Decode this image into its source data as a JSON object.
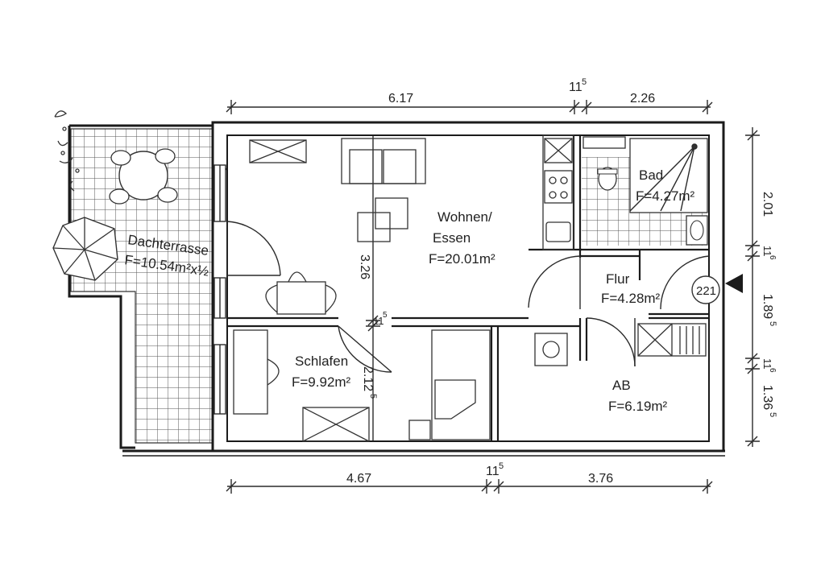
{
  "dimensions": {
    "top": [
      "6.17",
      "11",
      "5",
      "2.26"
    ],
    "bottom": [
      "4.67",
      "11",
      "5",
      "3.76"
    ],
    "right": [
      "2.01",
      "11",
      "6",
      "1.89",
      "5",
      "11",
      "6",
      "1.36",
      "5"
    ],
    "interior": [
      "3.26",
      "11",
      "5",
      "2.12",
      "5"
    ]
  },
  "rooms": {
    "terrace": {
      "name": "Dachterrasse",
      "area": "F=10.54m²x½"
    },
    "living": {
      "name_line1": "Wohnen/",
      "name_line2": "Essen",
      "area": "F=20.01m²"
    },
    "bath": {
      "name": "Bad",
      "area": "F=4.27m²"
    },
    "hall": {
      "name": "Flur",
      "area": "F=4.28m²"
    },
    "bedroom": {
      "name": "Schlafen",
      "area": "F=9.92m²"
    },
    "storage": {
      "name": "AB",
      "area": "F=6.19m²"
    }
  },
  "unit_number": "221"
}
